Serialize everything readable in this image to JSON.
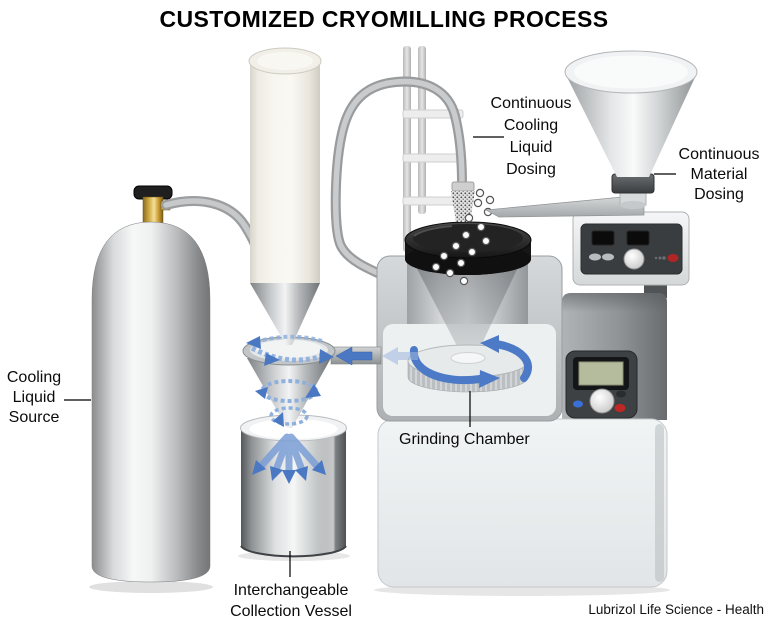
{
  "title": "CUSTOMIZED CRYOMILLING PROCESS",
  "footer": "Lubrizol Life Science - Health",
  "labels": {
    "cooling_liquid_source": {
      "lines": [
        "Cooling",
        "Liquid",
        "Source"
      ]
    },
    "continuous_cooling_liquid_dosing": {
      "lines": [
        "Continuous",
        "Cooling",
        "Liquid",
        "Dosing"
      ]
    },
    "continuous_material_dosing": {
      "lines": [
        "Continuous",
        "Material",
        "Dosing"
      ]
    },
    "grinding_chamber": {
      "text": "Grinding Chamber"
    },
    "interchangeable_collection_vessel": {
      "lines": [
        "Interchangeable",
        "Collection Vessel"
      ]
    }
  },
  "components": [
    "cooling-liquid-cylinder",
    "pressure-valve",
    "cooling-hose",
    "liquid-dosing-column",
    "support-stand",
    "cooling-line",
    "spray-nozzle",
    "material-particles",
    "cyclone-funnel",
    "transfer-duct",
    "collection-vessel",
    "grinding-chamber",
    "rotor-disc",
    "drum-lid",
    "mill-tower",
    "mill-control-panel",
    "feeder-control-unit",
    "material-dosing-funnel",
    "dosing-chute"
  ],
  "colors": {
    "background": "#ffffff",
    "arrow_blue": "#4b78c3",
    "arrow_blue_light": "#9db6dd",
    "valve_brass": "#c9a53f",
    "lcd_green": "#b5bc9e",
    "indicator_red": "#b22525",
    "indicator_blue": "#3a6fd8",
    "drum_black": "#1a1a1a",
    "machine_light": "#e9edee",
    "machine_gray": "#b2b5b7",
    "column_cream": "#f8f6f0"
  }
}
